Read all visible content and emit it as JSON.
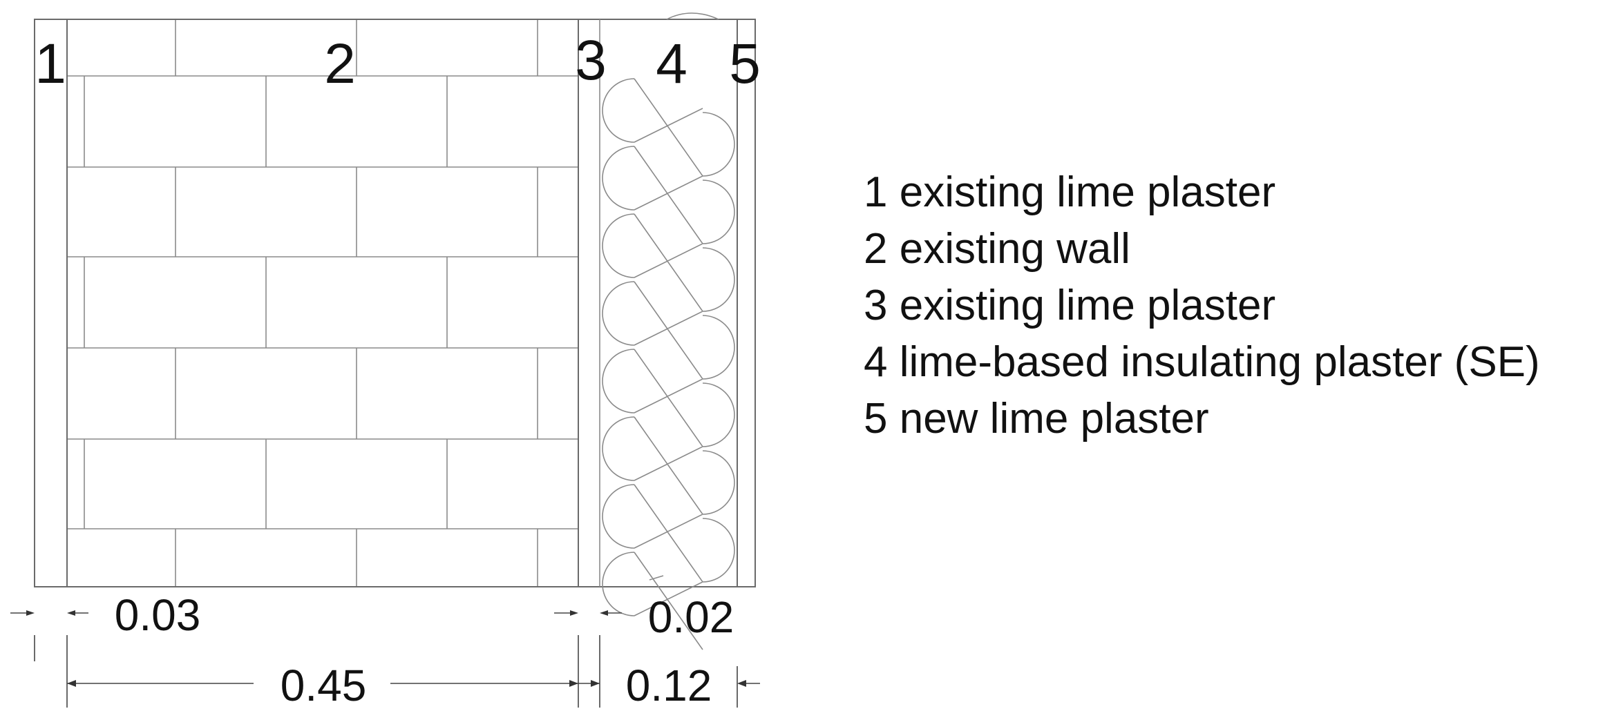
{
  "diagram": {
    "layer_numbers": [
      "1",
      "2",
      "3",
      "4",
      "5"
    ],
    "dimensions": {
      "plaster_inner": "0.03",
      "plaster_outer": "0.02",
      "wall": "0.45",
      "insulation": "0.12"
    }
  },
  "legend": {
    "items": [
      "1 existing lime plaster",
      "2 existing wall",
      "3 existing lime plaster",
      "4 lime-based insulating plaster (SE)",
      "5 new lime plaster"
    ]
  }
}
